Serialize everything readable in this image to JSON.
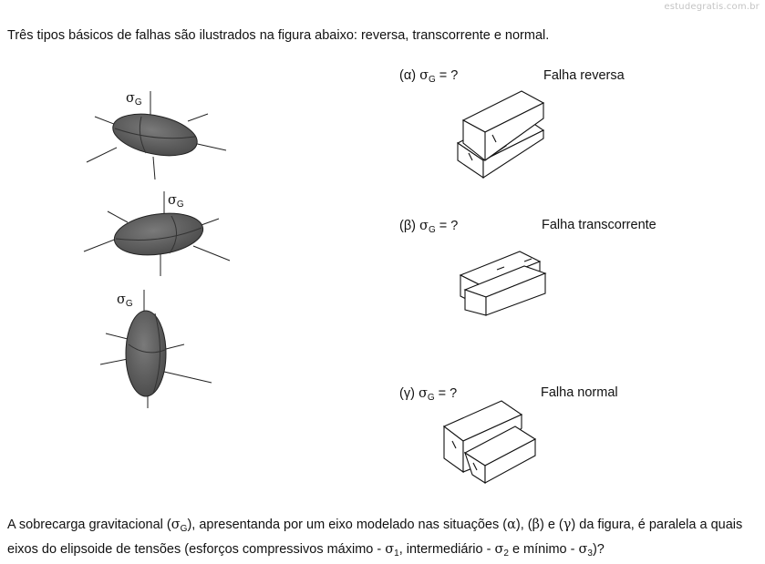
{
  "watermark": "estudegratis.com.br",
  "intro": "Três tipos básicos de falhas são ilustrados na figura abaixo: reversa, transcorrente e normal.",
  "sigma_symbol": "σ",
  "sigma_subscript": "G",
  "faults": [
    {
      "greek": "(α)",
      "query": "= ?",
      "name": "Falha reversa"
    },
    {
      "greek": "(β)",
      "query": "= ?",
      "name": "Falha transcorrente"
    },
    {
      "greek": "(γ)",
      "query": "= ?",
      "name": "Falha normal"
    }
  ],
  "question": {
    "p1": "A sobrecarga gravitacional (",
    "sigma": "σ",
    "sub_g": "G",
    "p2": "), apresentanda por um eixo modelado nas situações (",
    "alpha": "α",
    "p3": "), (",
    "beta": "β",
    "p4": ") e (",
    "gamma": "γ",
    "p5": ") da figura, é paralela a quais eixos do elipsoide de tensões (esforços compressivos máximo - ",
    "s1": "σ",
    "sub1": "1",
    "p6": ", intermediário - ",
    "s2": "σ",
    "sub2": "2",
    "p7": " e mínimo - ",
    "s3": "σ",
    "sub3": "3",
    "p8": ")?"
  }
}
